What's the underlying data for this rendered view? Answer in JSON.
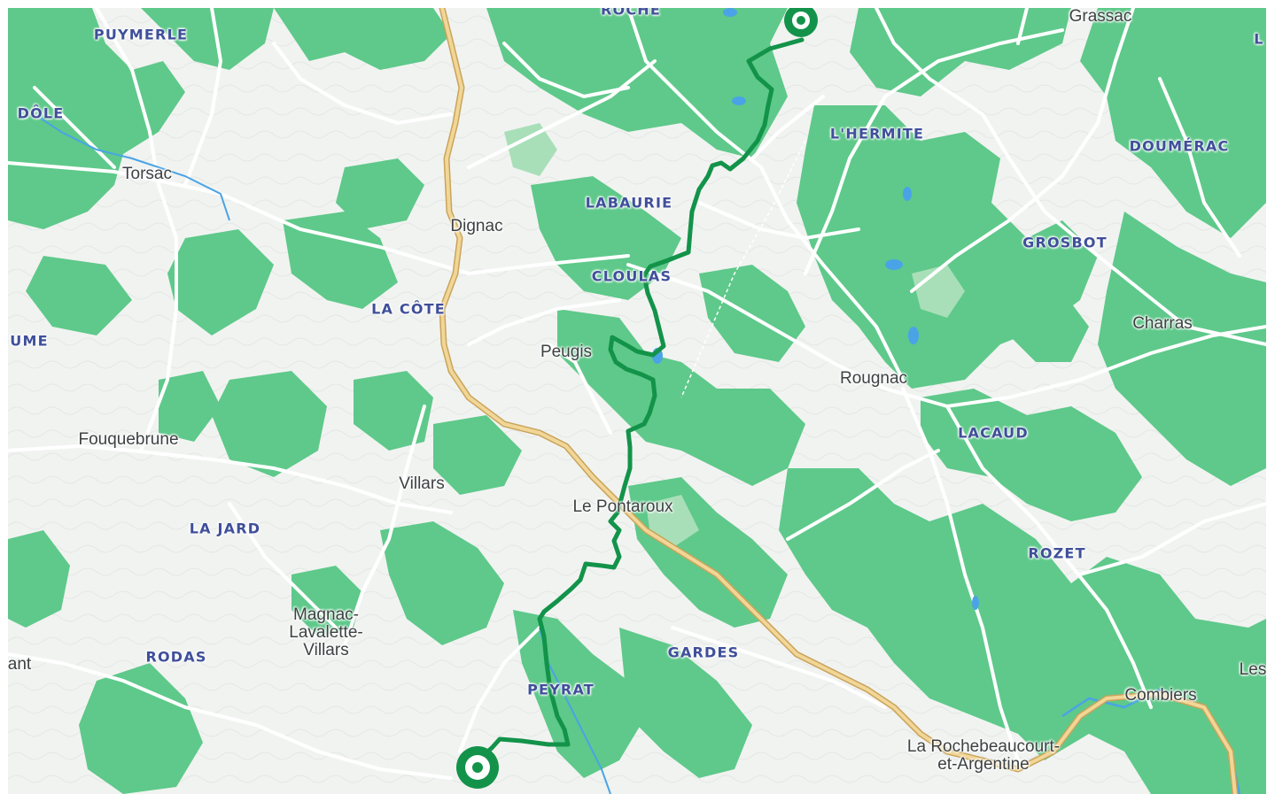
{
  "map": {
    "colors": {
      "background": "#f1f3f1",
      "forest": "#5ec98a",
      "forest_light": "#a9dfb8",
      "road": "#ffffff",
      "main_road": "#e3c176",
      "water": "#4aa3e6",
      "route": "#13934a"
    },
    "towns": [
      {
        "key": "grassac",
        "name": "Grassac"
      },
      {
        "key": "torsac",
        "name": "Torsac"
      },
      {
        "key": "dignac",
        "name": "Dignac"
      },
      {
        "key": "peugis",
        "name": "Peugis"
      },
      {
        "key": "rougnac",
        "name": "Rougnac"
      },
      {
        "key": "charras",
        "name": "Charras"
      },
      {
        "key": "fouquebrune",
        "name": "Fouquebrune"
      },
      {
        "key": "villars",
        "name": "Villars"
      },
      {
        "key": "le-pontaroux",
        "name": "Le Pontaroux"
      },
      {
        "key": "magnac",
        "name": "Magnac-\nLavalette-\nVillars"
      },
      {
        "key": "combiers",
        "name": "Combiers"
      },
      {
        "key": "la-rochebeaucourt",
        "name": "La Rochebeaucourt-\net-Argentine"
      },
      {
        "key": "les",
        "name": "Les"
      },
      {
        "key": "ant",
        "name": "ant"
      }
    ],
    "hamlets": [
      {
        "key": "roche",
        "name": "ROCHE"
      },
      {
        "key": "puymerle",
        "name": "PUYMERLE"
      },
      {
        "key": "dole",
        "name": "DÔLE"
      },
      {
        "key": "l-hermite",
        "name": "L'HERMITE"
      },
      {
        "key": "doumerac",
        "name": "DOUMÉRAC"
      },
      {
        "key": "labaurie",
        "name": "LABAURIE"
      },
      {
        "key": "cloulas",
        "name": "CLOULAS"
      },
      {
        "key": "grosbot",
        "name": "GROSBOT"
      },
      {
        "key": "la-cote",
        "name": "LA CÔTE"
      },
      {
        "key": "ume",
        "name": "UME"
      },
      {
        "key": "lacaud",
        "name": "LACAUD"
      },
      {
        "key": "la-jard",
        "name": "LA JARD"
      },
      {
        "key": "rozet",
        "name": "ROZET"
      },
      {
        "key": "rodas",
        "name": "RODAS"
      },
      {
        "key": "gardes",
        "name": "GARDES"
      },
      {
        "key": "peyrat",
        "name": "PEYRAT"
      },
      {
        "key": "l-edge",
        "name": "L"
      }
    ],
    "markers": [
      {
        "key": "route-start-marker",
        "icon": "target-pin-icon"
      },
      {
        "key": "route-end-marker",
        "icon": "target-pin-icon"
      }
    ]
  }
}
